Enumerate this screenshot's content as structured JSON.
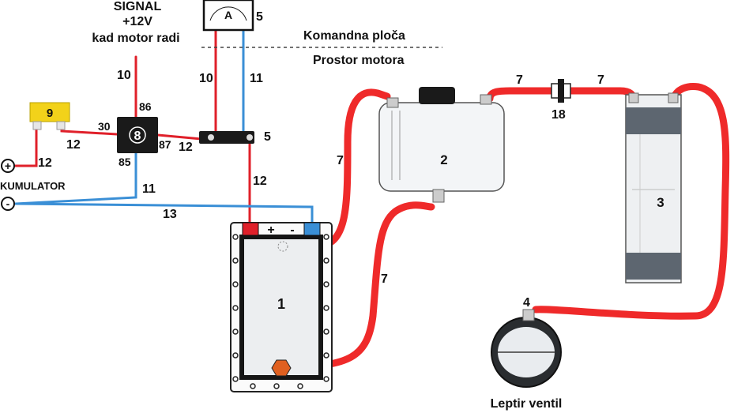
{
  "colors": {
    "wire_red": "#e0202a",
    "wire_blue": "#3a8fd6",
    "hose_red": "#ef2a2a",
    "relay_black": "#1a1a1a",
    "fuse_yellow": "#f2d21a",
    "tank_fill": "#f3f5f7",
    "radiator_grey": "#5d6670"
  },
  "signal": {
    "line1": "SIGNAL",
    "line2": "+12V",
    "line3": "kad motor radi"
  },
  "ammeter": {
    "symbol": "A",
    "ref": "5"
  },
  "zones": {
    "dashboard": "Komandna ploča",
    "engine_bay": "Prostor motora"
  },
  "battery": {
    "label": "KUMULATOR",
    "plus": "+",
    "minus": "-"
  },
  "fuse": {
    "ref": "9"
  },
  "relay": {
    "ref": "8",
    "pin_86": "86",
    "pin_85": "85",
    "pin_30": "30",
    "pin_87": "87"
  },
  "shunt": {
    "ref": "5"
  },
  "cell": {
    "ref": "1",
    "plus": "+",
    "minus": "-"
  },
  "tank": {
    "ref": "2"
  },
  "radiator": {
    "ref": "3"
  },
  "throttle": {
    "ref": "4",
    "label": "Leptir ventil"
  },
  "check_valve": {
    "ref": "18"
  },
  "wire_labels": {
    "w10_signal": "10",
    "w10_ammeter": "10",
    "w11_ammeter": "11",
    "w12_fuse": "12",
    "w12_relay_out": "12",
    "w12_battery": "12",
    "w12_cell": "12",
    "w11_ground": "11",
    "w13_ground": "13"
  },
  "hose_labels": {
    "h7_tank_in": "7",
    "h7_tank_out": "7",
    "h7_top_left": "7",
    "h7_top_right": "7"
  }
}
